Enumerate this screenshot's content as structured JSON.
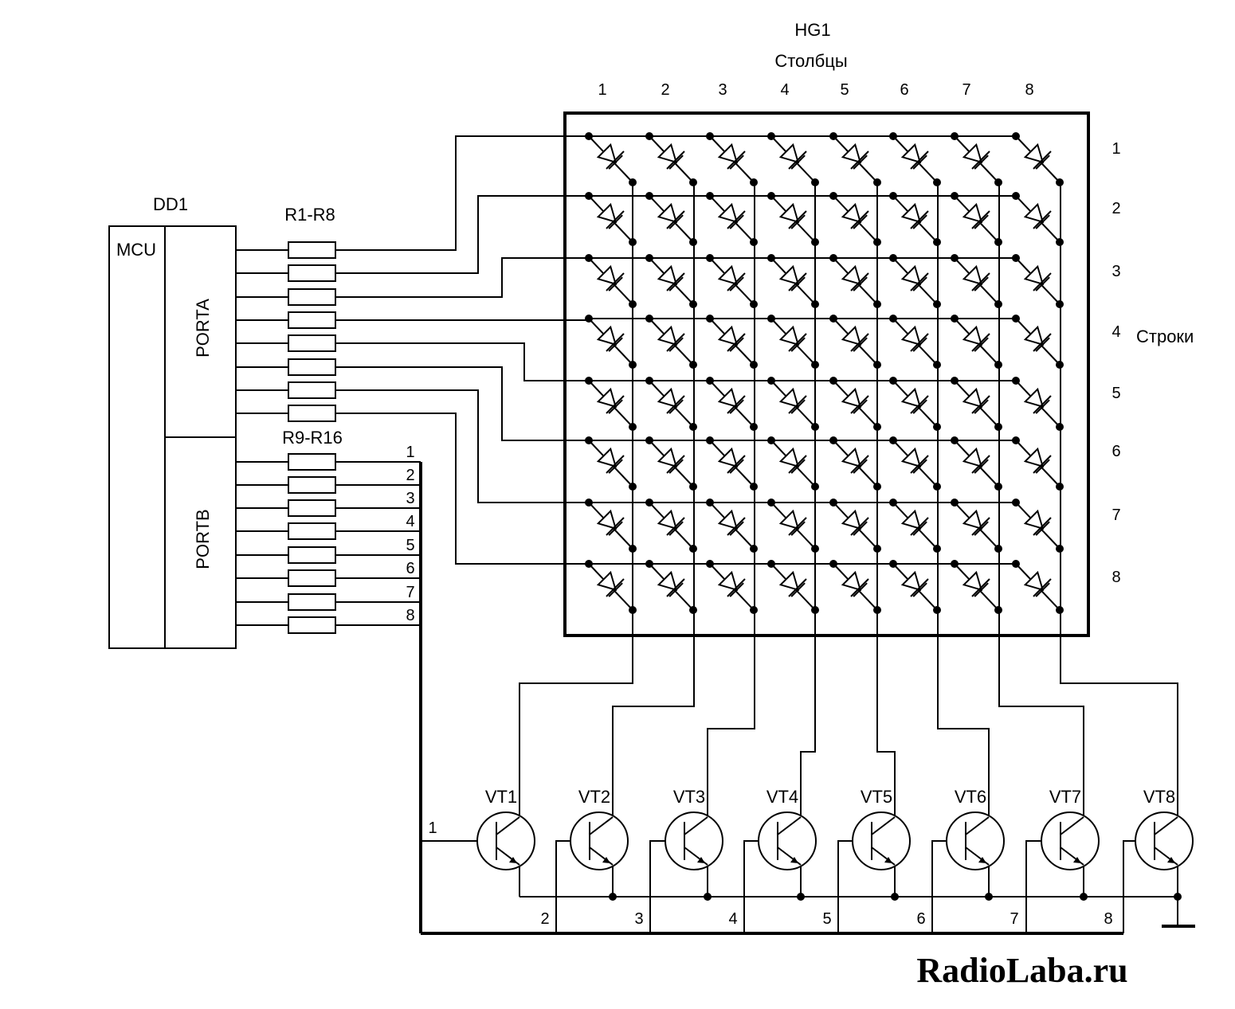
{
  "matrix": {
    "label": "HG1",
    "columns_title": "Столбцы",
    "rows_title": "Строки",
    "column_numbers": [
      "1",
      "2",
      "3",
      "4",
      "5",
      "6",
      "7",
      "8"
    ],
    "row_numbers": [
      "1",
      "2",
      "3",
      "4",
      "5",
      "6",
      "7",
      "8"
    ]
  },
  "mcu": {
    "label": "DD1",
    "name": "MCU",
    "port_a": "PORTA",
    "port_b": "PORTB"
  },
  "resistors": {
    "group_a": "R1-R8",
    "group_b": "R9-R16"
  },
  "portb_pins": [
    "1",
    "2",
    "3",
    "4",
    "5",
    "6",
    "7",
    "8"
  ],
  "transistors": [
    "VT1",
    "VT2",
    "VT3",
    "VT4",
    "VT5",
    "VT6",
    "VT7",
    "VT8"
  ],
  "base_pins": [
    "1",
    "2",
    "3",
    "4",
    "5",
    "6",
    "7",
    "8"
  ],
  "watermark": "RadioLaba.ru"
}
